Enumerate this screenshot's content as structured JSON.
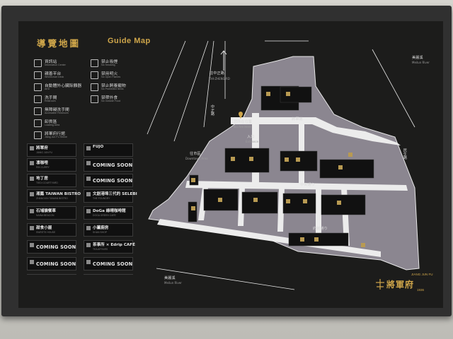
{
  "header": {
    "title_zh": "導覽地圖",
    "title_en": "Guide Map"
  },
  "colors": {
    "gold": "#cfa64a",
    "board": "#1c1c1b",
    "building": "#7b7680",
    "ground": "#ffffff"
  },
  "legend": [
    {
      "zh": "資訊站",
      "en": "Information Center",
      "icon": "info-icon"
    },
    {
      "zh": "親善平台",
      "en": "Wheelchair Deck",
      "icon": "wheelchair-icon"
    },
    {
      "zh": "自動體外心臟除顫器",
      "en": "AED",
      "icon": "aed-icon"
    },
    {
      "zh": "洗手間",
      "en": "Restroom",
      "icon": "restroom-icon"
    },
    {
      "zh": "無障礙洗手間",
      "en": "Accessible Restroom",
      "icon": "accessible-restroom-icon"
    },
    {
      "zh": "卸貨區",
      "en": "Loading Area",
      "icon": "loading-icon"
    },
    {
      "zh": "將軍府行館",
      "en": "Jiang Jun Fu Shrine",
      "icon": "shrine-icon"
    },
    {
      "zh": "禁止吸煙",
      "en": "No Smoking",
      "icon": "no-smoking-icon"
    },
    {
      "zh": "禁用明火",
      "en": "No Open Flames",
      "icon": "no-flame-icon"
    },
    {
      "zh": "禁止飼養寵物",
      "en": "No Prohibited Items",
      "icon": "no-pets-icon"
    },
    {
      "zh": "禁帶外食",
      "en": "No Outside Food",
      "icon": "no-food-icon"
    }
  ],
  "stores_col1": [
    {
      "name": "將軍府",
      "sub": "JIANG JUN FU"
    },
    {
      "name": "凛咖哩",
      "sub": "RIN CURRY"
    },
    {
      "name": "地丁居",
      "sub": "TIEDI COURTYARD"
    },
    {
      "name": "湘鳳 TAIWAN BISTRO",
      "sub": "ZHANGXIN TAIWAN BISTRO"
    },
    {
      "name": "石埔貓餐車",
      "sub": "NAINA BEACON"
    },
    {
      "name": "甜食小屋",
      "sub": "SWEETS HOUSE"
    },
    {
      "name": "COMING SOON",
      "sub": ""
    },
    {
      "name": "COMING SOON",
      "sub": ""
    }
  ],
  "stores_col2": [
    {
      "name": "FUJO",
      "sub": ""
    },
    {
      "name": "COMING SOON",
      "sub": ""
    },
    {
      "name": "COMING SOON",
      "sub": ""
    },
    {
      "name": "文創港埠三代的 SELEBI",
      "sub": "THE FOUNDRY"
    },
    {
      "name": "DoGa 綠晴咖啡館",
      "sub": "DOGA GREEN CAFE"
    },
    {
      "name": "小薑廚房",
      "sub": "SHAN SHOP"
    },
    {
      "name": "茶事所 × Edrip CAFÉ",
      "sub": "TEA AFFAIRS"
    },
    {
      "name": "COMING SOON",
      "sub": ""
    }
  ],
  "map_labels": {
    "zhongshan_n": "往中正路",
    "zhongshan_n_en": "ZHI-ZHENG RD",
    "zhongzheng": "中正路",
    "you_are_here": "您所在位置",
    "you_are_here_en": "You Are Here",
    "entrance": "入口",
    "entrance_en": "Entrance",
    "downtown": "往市區",
    "downtown_en": "Downtown Area",
    "lane_a": "中央通り",
    "lane_b": "府前通り",
    "lane_c": "將軍道",
    "river": "美麗溪",
    "river_en": "Meilun River",
    "river2": "美麗溪",
    "river2_en": "Meilun River",
    "east_road": "民生路"
  },
  "brand": {
    "name_zh": "將軍府",
    "name_en": "JIANG JUN FU",
    "year": "1936"
  }
}
